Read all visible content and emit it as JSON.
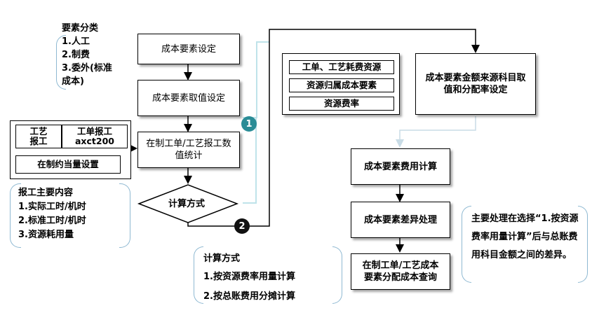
{
  "element_types": {
    "label": "要素分类",
    "items": [
      "1.人工",
      "2.制费",
      "3.委外(标准",
      "成本)"
    ]
  },
  "flow_main": {
    "step1": "成本要素设定",
    "step2": "成本要素取值设定",
    "step3": "在制工单/工艺报工数值统计",
    "decision": "计算方式"
  },
  "report_box": {
    "cell_process": "工艺报工",
    "cell_wo": "工单报工 axct200",
    "cell_equiv": "在制约当量设置"
  },
  "report_contents": {
    "title": "报工主要内容",
    "items": [
      "1.实际工时/机时",
      "2.标准工时/机时",
      "3.资源耗用量"
    ]
  },
  "resource_panel": {
    "cell1": "工单、工艺耗费资源",
    "cell2": "资源归属成本要素",
    "cell3": "资源费率"
  },
  "flow_right": {
    "source_setting": "成本要素金额来源科目取值和分配率设定",
    "fee_calc": "成本要素费用计算",
    "diff_process": "成本要素差异处理",
    "query": "在制工单/工艺成本要素分配成本查询"
  },
  "calc_methods": {
    "title": "计算方式",
    "items": [
      "1.按资源费率用量计算",
      "2.按总账费用分摊计算"
    ]
  },
  "diff_note": {
    "text": "主要处理在选择“1.按资源费率用量计算”后与总账费用科目金额之间的差异。"
  },
  "badges": {
    "one": "1",
    "two": "2"
  },
  "colors": {
    "badge1": "#2a8c96",
    "badge2": "#111111",
    "bracket": "#8fb9d2",
    "teal_line": "#bfe3ea"
  }
}
